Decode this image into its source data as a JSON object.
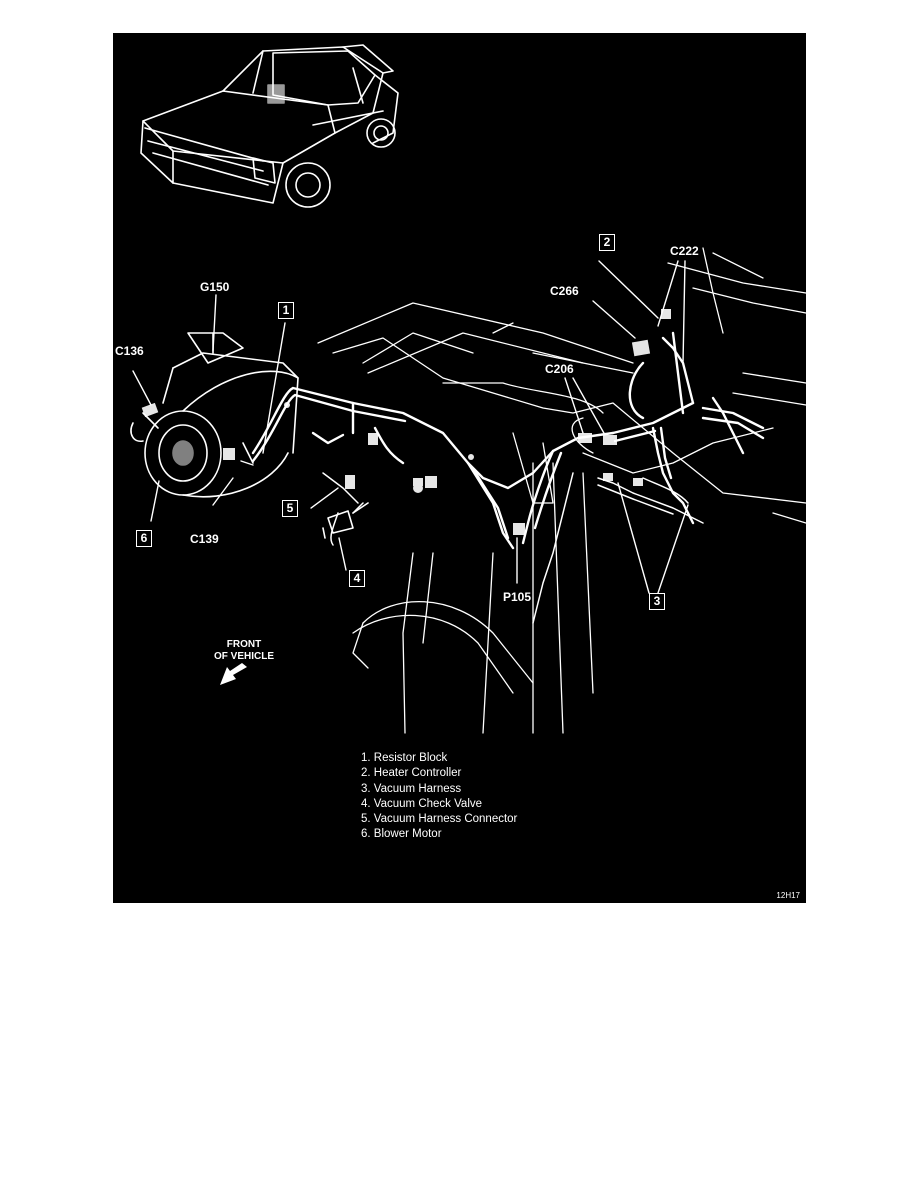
{
  "connectors": {
    "g150": "G150",
    "c136": "C136",
    "c139": "C139",
    "c266": "C266",
    "c222": "C222",
    "c206": "C206",
    "p105": "P105"
  },
  "callouts": [
    "1",
    "2",
    "3",
    "4",
    "5",
    "6"
  ],
  "front_label": [
    "FRONT",
    "OF VEHICLE"
  ],
  "legend": [
    "1.  Resistor Block",
    "2.  Heater Controller",
    "3.  Vacuum Harness",
    "4.  Vacuum Check Valve",
    "5.  Vacuum Harness Connector",
    "6.  Blower Motor"
  ],
  "figure_id": "12H17",
  "colors": {
    "background": "#000000",
    "ink": "#ffffff",
    "page": "#ffffff"
  }
}
